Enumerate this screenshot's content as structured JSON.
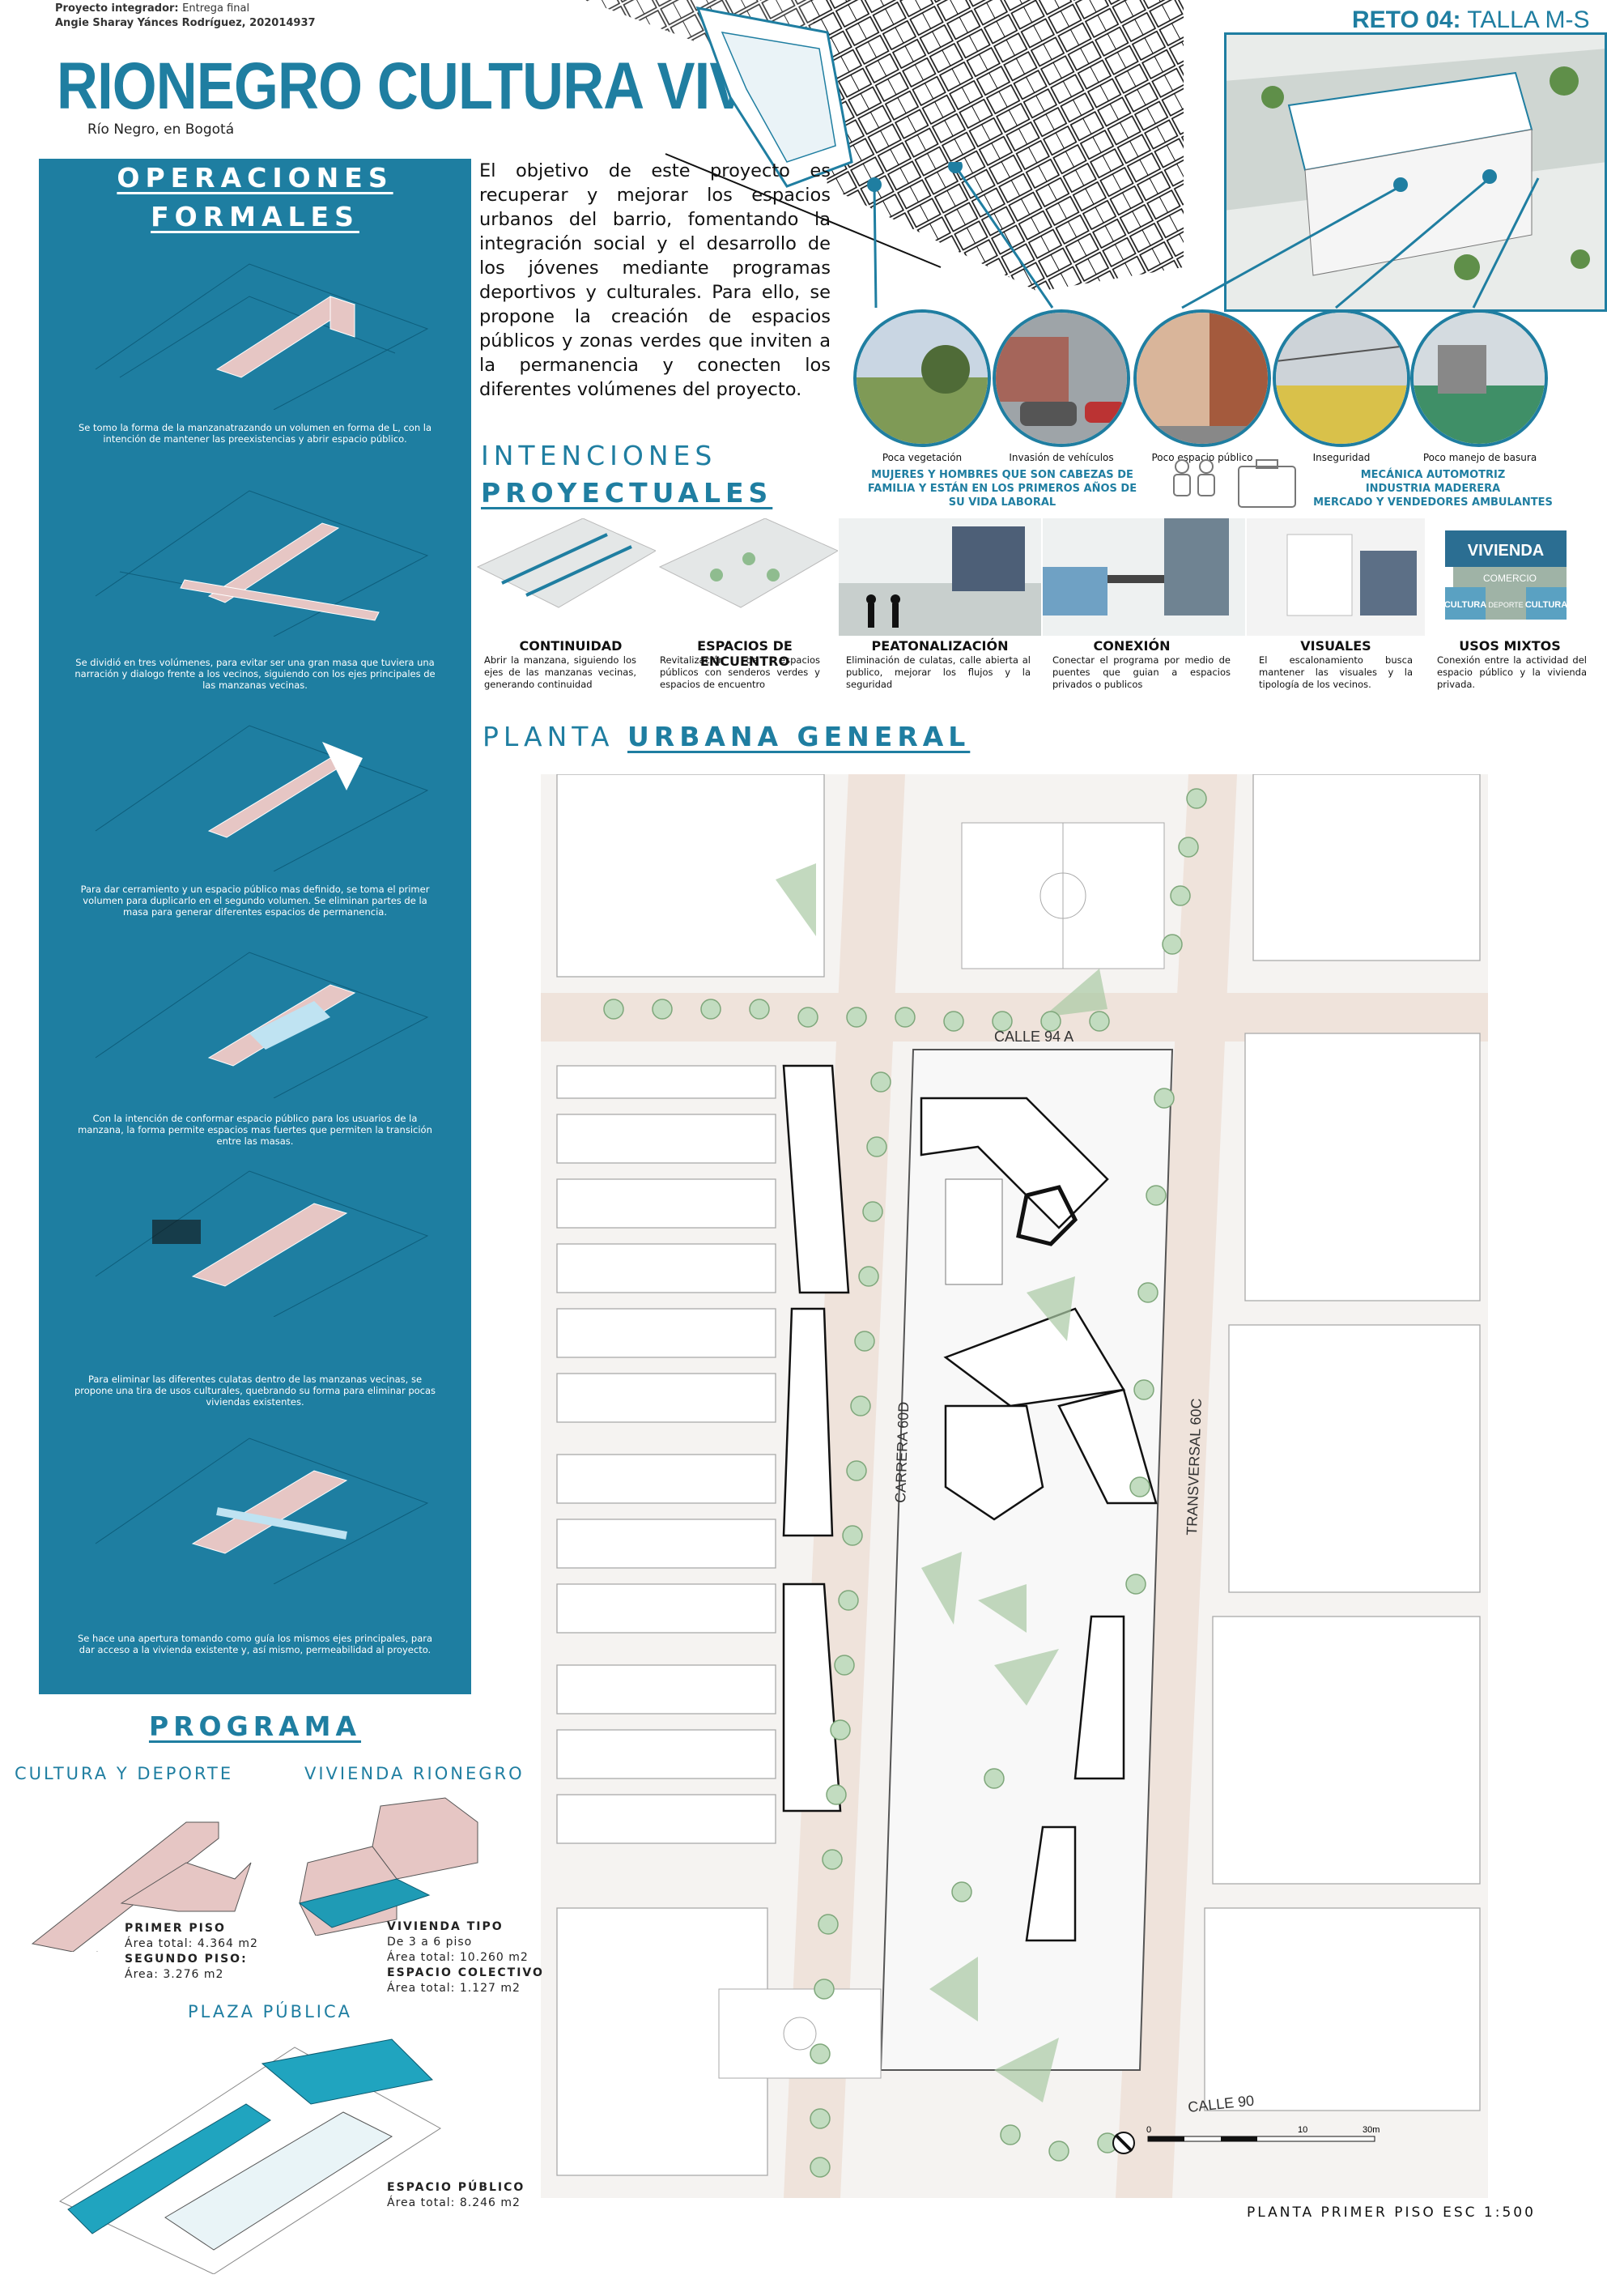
{
  "header": {
    "meta_label1": "Proyecto integrador:",
    "meta_value1": "Entrega final",
    "meta_author": "Angie Sharay Yánces Rodríguez, 202014937",
    "title": "RIONEGRO CULTURA VIVA",
    "subtitle": "Río Negro, en Bogotá",
    "reto_bold": "RETO 04:",
    "reto_rest": "TALLA M-S"
  },
  "operaciones": {
    "title_line1": "OPERACIONES",
    "title_line2": "FORMALES",
    "steps": [
      "Se tomo la forma de la manzanatrazando un volumen en forma de L, con la intención de mantener las preexistencias y abrir espacio público.",
      "Se dividió en tres volúmenes, para evitar ser una gran masa que tuviera una narración y dialogo frente a los vecinos, siguiendo con los ejes principales de las manzanas vecinas.",
      "Para dar cerramiento y un espacio público mas definido, se toma el primer volumen para duplicarlo en el segundo volumen. Se eliminan partes de la masa para generar diferentes espacios de permanencia.",
      "Con la intención de conformar espacio público para los usuarios de la manzana, la forma permite espacios mas fuertes que permiten la transición entre las masas.",
      "Para eliminar las diferentes culatas dentro de las manzanas vecinas, se propone una tira de usos culturales, quebrando su forma para eliminar pocas viviendas existentes.",
      "Se hace una apertura tomando como guía los mismos ejes principales, para dar acceso a la vivienda existente y, así mismo, permeabilidad  al proyecto."
    ]
  },
  "objective": "El objetivo de este proyecto es recuperar y mejorar los espacios urbanos del barrio, fomentando la integración social y el desarrollo de los jóvenes mediante programas deportivos y culturales. Para ello, se propone la creación de espacios públicos y zonas verdes que inviten a la permanencia y conecten los diferentes volúmenes del proyecto.",
  "problems": [
    {
      "label": "Poca vegetación",
      "icon": "park-photo"
    },
    {
      "label": "Invasión de vehículos",
      "icon": "street-cars-photo"
    },
    {
      "label": "Poco espacio público",
      "icon": "buildings-photo"
    },
    {
      "label": "Inseguridad",
      "icon": "fence-photo"
    },
    {
      "label": "Poco manejo de basura",
      "icon": "wall-photo"
    }
  ],
  "population": {
    "left": "MUJERES Y HOMBRES QUE SON CABEZAS DE FAMILIA Y ESTÁN EN LOS PRIMEROS AÑOS DE SU VIDA LABORAL",
    "right_lines": [
      "MECÁNICA AUTOMOTRIZ",
      "INDUSTRIA MADERERA",
      "MERCADO Y VENDEDORES AMBULANTES"
    ]
  },
  "intenciones": {
    "title_line1": "INTENCIONES",
    "title_line2": "PROYECTUALES",
    "items": [
      {
        "name": "CONTINUIDAD",
        "desc": "Abrir la manzana, siguiendo los ejes de las manzanas vecinas, generando continuidad"
      },
      {
        "name": "ESPACIOS DE ENCUENTRO",
        "desc": "Revitalización de espacios públicos con senderos verdes y espacios de encuentro"
      },
      {
        "name": "PEATONALIZACIÓN",
        "desc": "Eliminación de culatas, calle abierta al publico, mejorar los flujos y la seguridad"
      },
      {
        "name": "CONEXIÓN",
        "desc": "Conectar el programa por medio de puentes que guian a espacios privados o publicos"
      },
      {
        "name": "VISUALES",
        "desc": "El escalonamiento busca mantener las visuales y la tipología de los vecinos."
      },
      {
        "name": "USOS MIXTOS",
        "desc": "Conexión entre la actividad del espacio público y la vivienda privada."
      }
    ],
    "mixed_labels": {
      "top": "VIVIENDA",
      "mid": "COMERCIO",
      "a": "CULTURA",
      "b": "DEPORTE",
      "c": "CULTURA"
    }
  },
  "planta": {
    "title_light": "PLANTA",
    "title_bold": "URBANA GENERAL",
    "streets": {
      "calle94": "CALLE 94 A",
      "carrera": "CARRERA 60D",
      "transversal": "TRANSVERSAL 60C",
      "calle90": "CALLE 90"
    },
    "scale_labels": [
      "0",
      "10",
      "30m"
    ],
    "footer": "PLANTA PRIMER PISO ESC 1:500"
  },
  "programa": {
    "title": "PROGRAMA",
    "cultura_title": "CULTURA Y DEPORTE",
    "vivienda_title": "VIVIENDA RIONEGRO",
    "plaza_title": "PLAZA PÚBLICA",
    "primer_piso_label": "PRIMER PISO",
    "primer_piso_area": "Área total: 4.364 m2",
    "segundo_piso_label": "SEGUNDO PISO:",
    "segundo_piso_area": "Área: 3.276 m2",
    "vivienda_tipo_label": "VIVIENDA TIPO",
    "vivienda_tipo_pisos": "De 3 a 6 piso",
    "vivienda_tipo_area": "Área total: 10.260 m2",
    "espacio_colectivo_label": "ESPACIO COLECTIVO",
    "espacio_colectivo_area": "Área total: 1.127 m2",
    "espacio_publico_label": "ESPACIO PÚBLICO",
    "espacio_publico_area": "Área total: 8.246 m2"
  },
  "colors": {
    "accent": "#1f7ea1",
    "building_pink": "#e6c6c4",
    "tree_green": "#a9c9a4"
  }
}
